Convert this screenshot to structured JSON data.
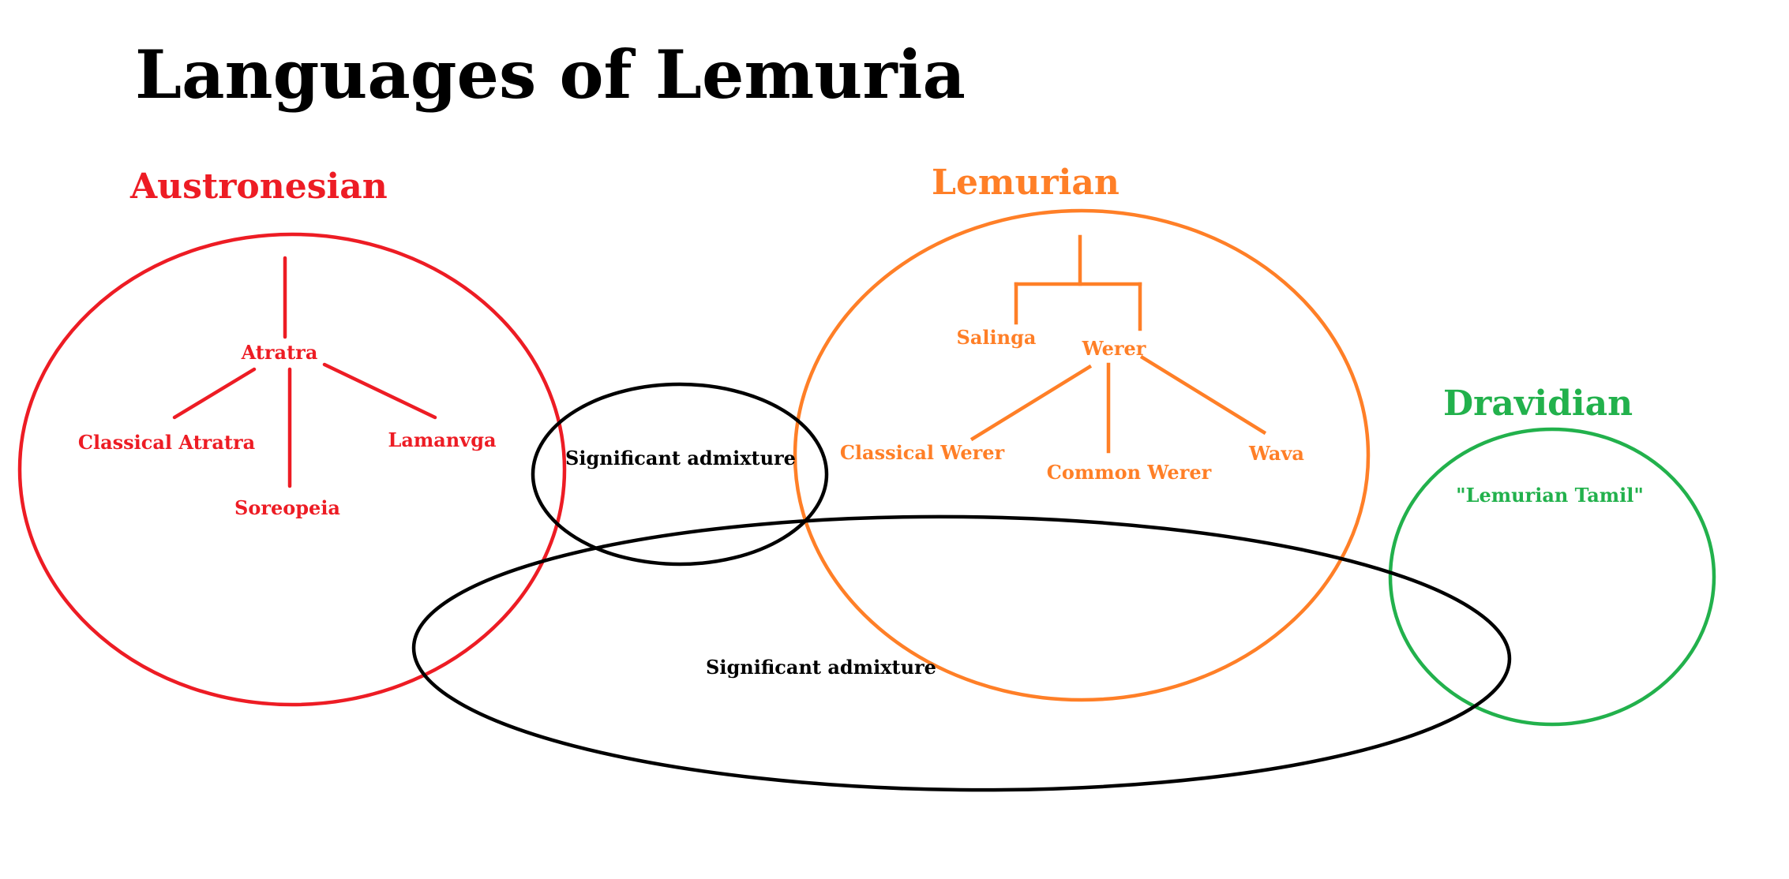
{
  "title": "Languages of Lemuria",
  "colors": {
    "austronesian": "#ED1C24",
    "lemurian": "#FF7F27",
    "dravidian": "#22B14C",
    "admixture": "#000000"
  },
  "families": {
    "austronesian": {
      "label": "Austronesian",
      "root": "Atratra",
      "children": [
        "Classical Atratra",
        "Soreopeia",
        "Lamanvga"
      ]
    },
    "lemurian": {
      "label": "Lemurian",
      "branches": [
        "Salinga",
        "Werer"
      ],
      "werer_children": [
        "Classical Werer",
        "Common Werer",
        "Wava"
      ]
    },
    "dravidian": {
      "label": "Dravidian",
      "member": "\"Lemurian Tamil\""
    }
  },
  "admixture_zones": [
    {
      "label": "Significant admixture",
      "between": [
        "Austronesian",
        "Lemurian"
      ]
    },
    {
      "label": "Significant admixture",
      "between": [
        "Austronesian",
        "Lemurian",
        "Dravidian"
      ]
    }
  ]
}
